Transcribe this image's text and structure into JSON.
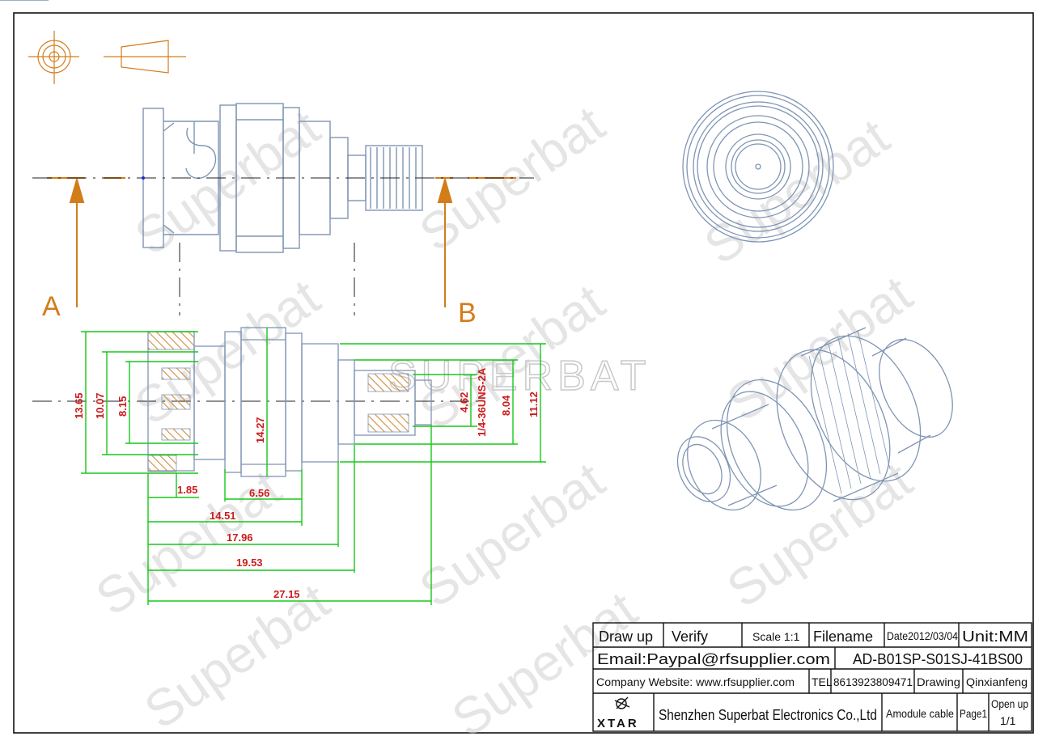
{
  "watermark": {
    "text": "Superbat",
    "banner": "SUPERBAT"
  },
  "colors": {
    "part": "#7f95b4",
    "dimension": "#17c81a",
    "dim_text": "#cc1b1b",
    "section_line": "#d27d1a",
    "hatch": "#cf8d3a",
    "frame": "#111111"
  },
  "labels": {
    "section_a": "A",
    "section_b": "B"
  },
  "dimensions": {
    "d1365": "13.65",
    "d1007": "10.07",
    "d815": "8.15",
    "d1427": "14.27",
    "d462": "4.62",
    "dthread": "1/4-36UNS-2A",
    "d804": "8.04",
    "d1112": "11.12",
    "d185": "1.85",
    "d656": "6.56",
    "d1451": "14.51",
    "d1796": "17.96",
    "d1953": "19.53",
    "d2715": "27.15"
  },
  "title_block": {
    "draw_up": "Draw up",
    "verify": "Verify",
    "scale": "Scale 1:1",
    "filename": "Filename",
    "date": "Date2012/03/04",
    "unit": "Unit:MM",
    "email": "Email:Paypal@rfsupplier.com",
    "part_no": "AD-B01SP-S01SJ-41BS00",
    "website": "Company Website:  www.rfsupplier.com",
    "tel_label": "TEL",
    "tel": "8613923809471",
    "drawing_label": "Drawing",
    "drawer": "Qinxianfeng",
    "logo": "XTAR",
    "company": "Shenzhen Superbat Electronics Co.,Ltd",
    "product": "Amodule cable",
    "page": "Page1",
    "open_up": "Open up",
    "open_count": "1/1"
  }
}
